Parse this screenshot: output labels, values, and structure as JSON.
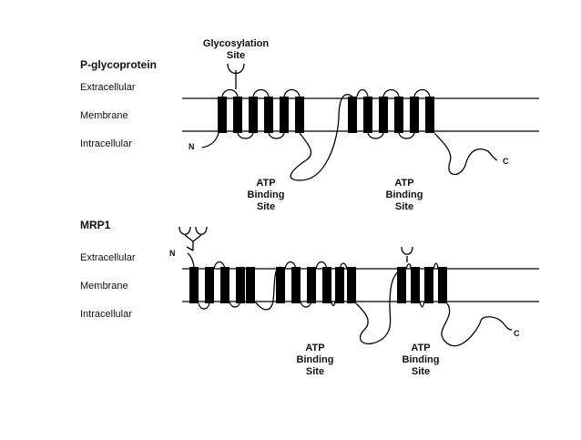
{
  "panel_pgp": {
    "title": "P-glycoprotein",
    "layers": [
      "Extracellular",
      "Membrane",
      "Intracellular"
    ],
    "glyco_label": [
      "Glycosylation",
      "Site"
    ],
    "n_terminus": "N",
    "c_terminus": "C",
    "atp_sites": [
      [
        "ATP",
        "Binding",
        "Site"
      ],
      [
        "ATP",
        "Binding",
        "Site"
      ]
    ]
  },
  "panel_mrp1": {
    "title": "MRP1",
    "layers": [
      "Extracellular",
      "Membrane",
      "Intracellular"
    ],
    "n_terminus": "N",
    "c_terminus": "C",
    "atp_sites": [
      [
        "ATP",
        "Binding",
        "Site"
      ],
      [
        "ATP",
        "Binding",
        "Site"
      ]
    ]
  }
}
